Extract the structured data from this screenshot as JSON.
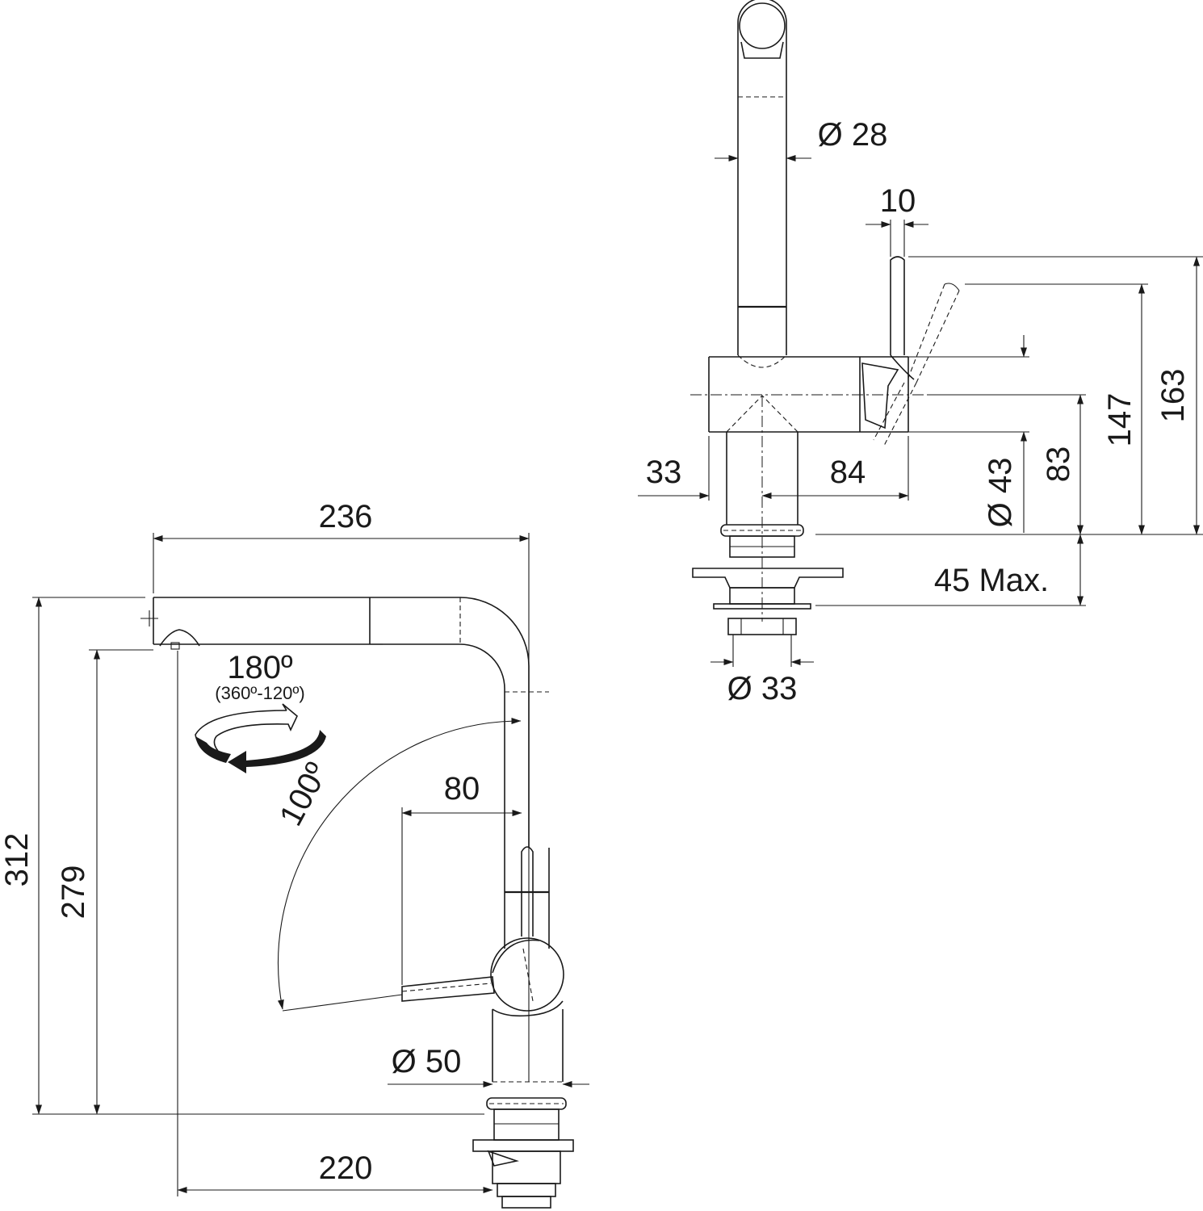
{
  "side_view": {
    "dims": {
      "overall_reach": "236",
      "spout_reach": "220",
      "overall_height": "312",
      "spout_height": "279",
      "lever_offset": "80",
      "base_diameter": "Ø 50"
    },
    "angles": {
      "lever_angle": "100º",
      "swivel_angle": "180º",
      "swivel_options": "(360º-120º)"
    }
  },
  "front_view": {
    "dims": {
      "spout_diameter": "Ø 28",
      "lever_width": "10",
      "left_offset": "33",
      "right_offset": "84",
      "body_diameter": "Ø 43",
      "body_axis_height": "83",
      "lever_tip_height": "147",
      "lever_top_height": "163",
      "max_deck_thickness": "45 Max.",
      "thread_diameter": "Ø 33"
    }
  }
}
